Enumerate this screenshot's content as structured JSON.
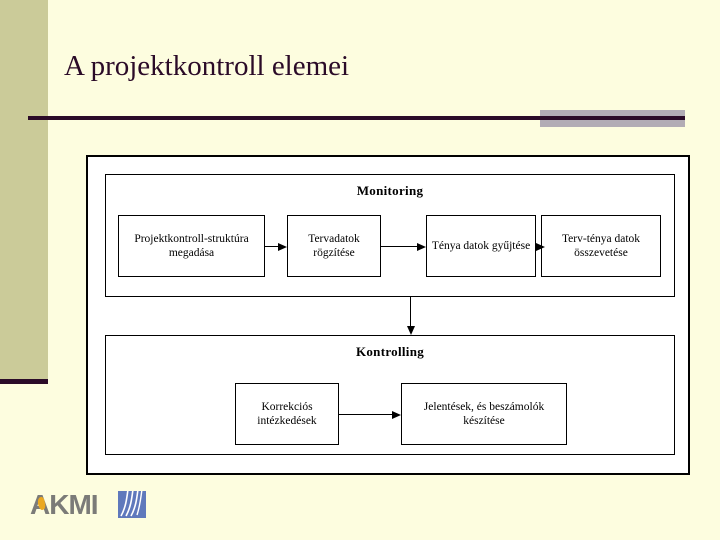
{
  "slide": {
    "title": "A projektkontroll elemei",
    "colors": {
      "background": "#fdfddf",
      "sidebar_band": "#cbcb99",
      "accent_dark": "#2b0b28",
      "rule_grey": "#b2acb5",
      "diagram_line": "#000000",
      "diagram_fill": "#ffffff"
    }
  },
  "diagram": {
    "groups": [
      {
        "label": "Monitoring",
        "nodes": [
          {
            "label": "Projektkontroll-struktúra megadása"
          },
          {
            "label": "Tervadatok rögzítése"
          },
          {
            "label": "Ténya datok gyűjtése"
          },
          {
            "label": "Terv-ténya datok összevetése"
          }
        ]
      },
      {
        "label": "Kontrolling",
        "nodes": [
          {
            "label": "Korrekciós intézkedések"
          },
          {
            "label": "Jelentések, és beszámolók készítése"
          }
        ]
      }
    ]
  },
  "logo": {
    "text": "AKMI"
  }
}
